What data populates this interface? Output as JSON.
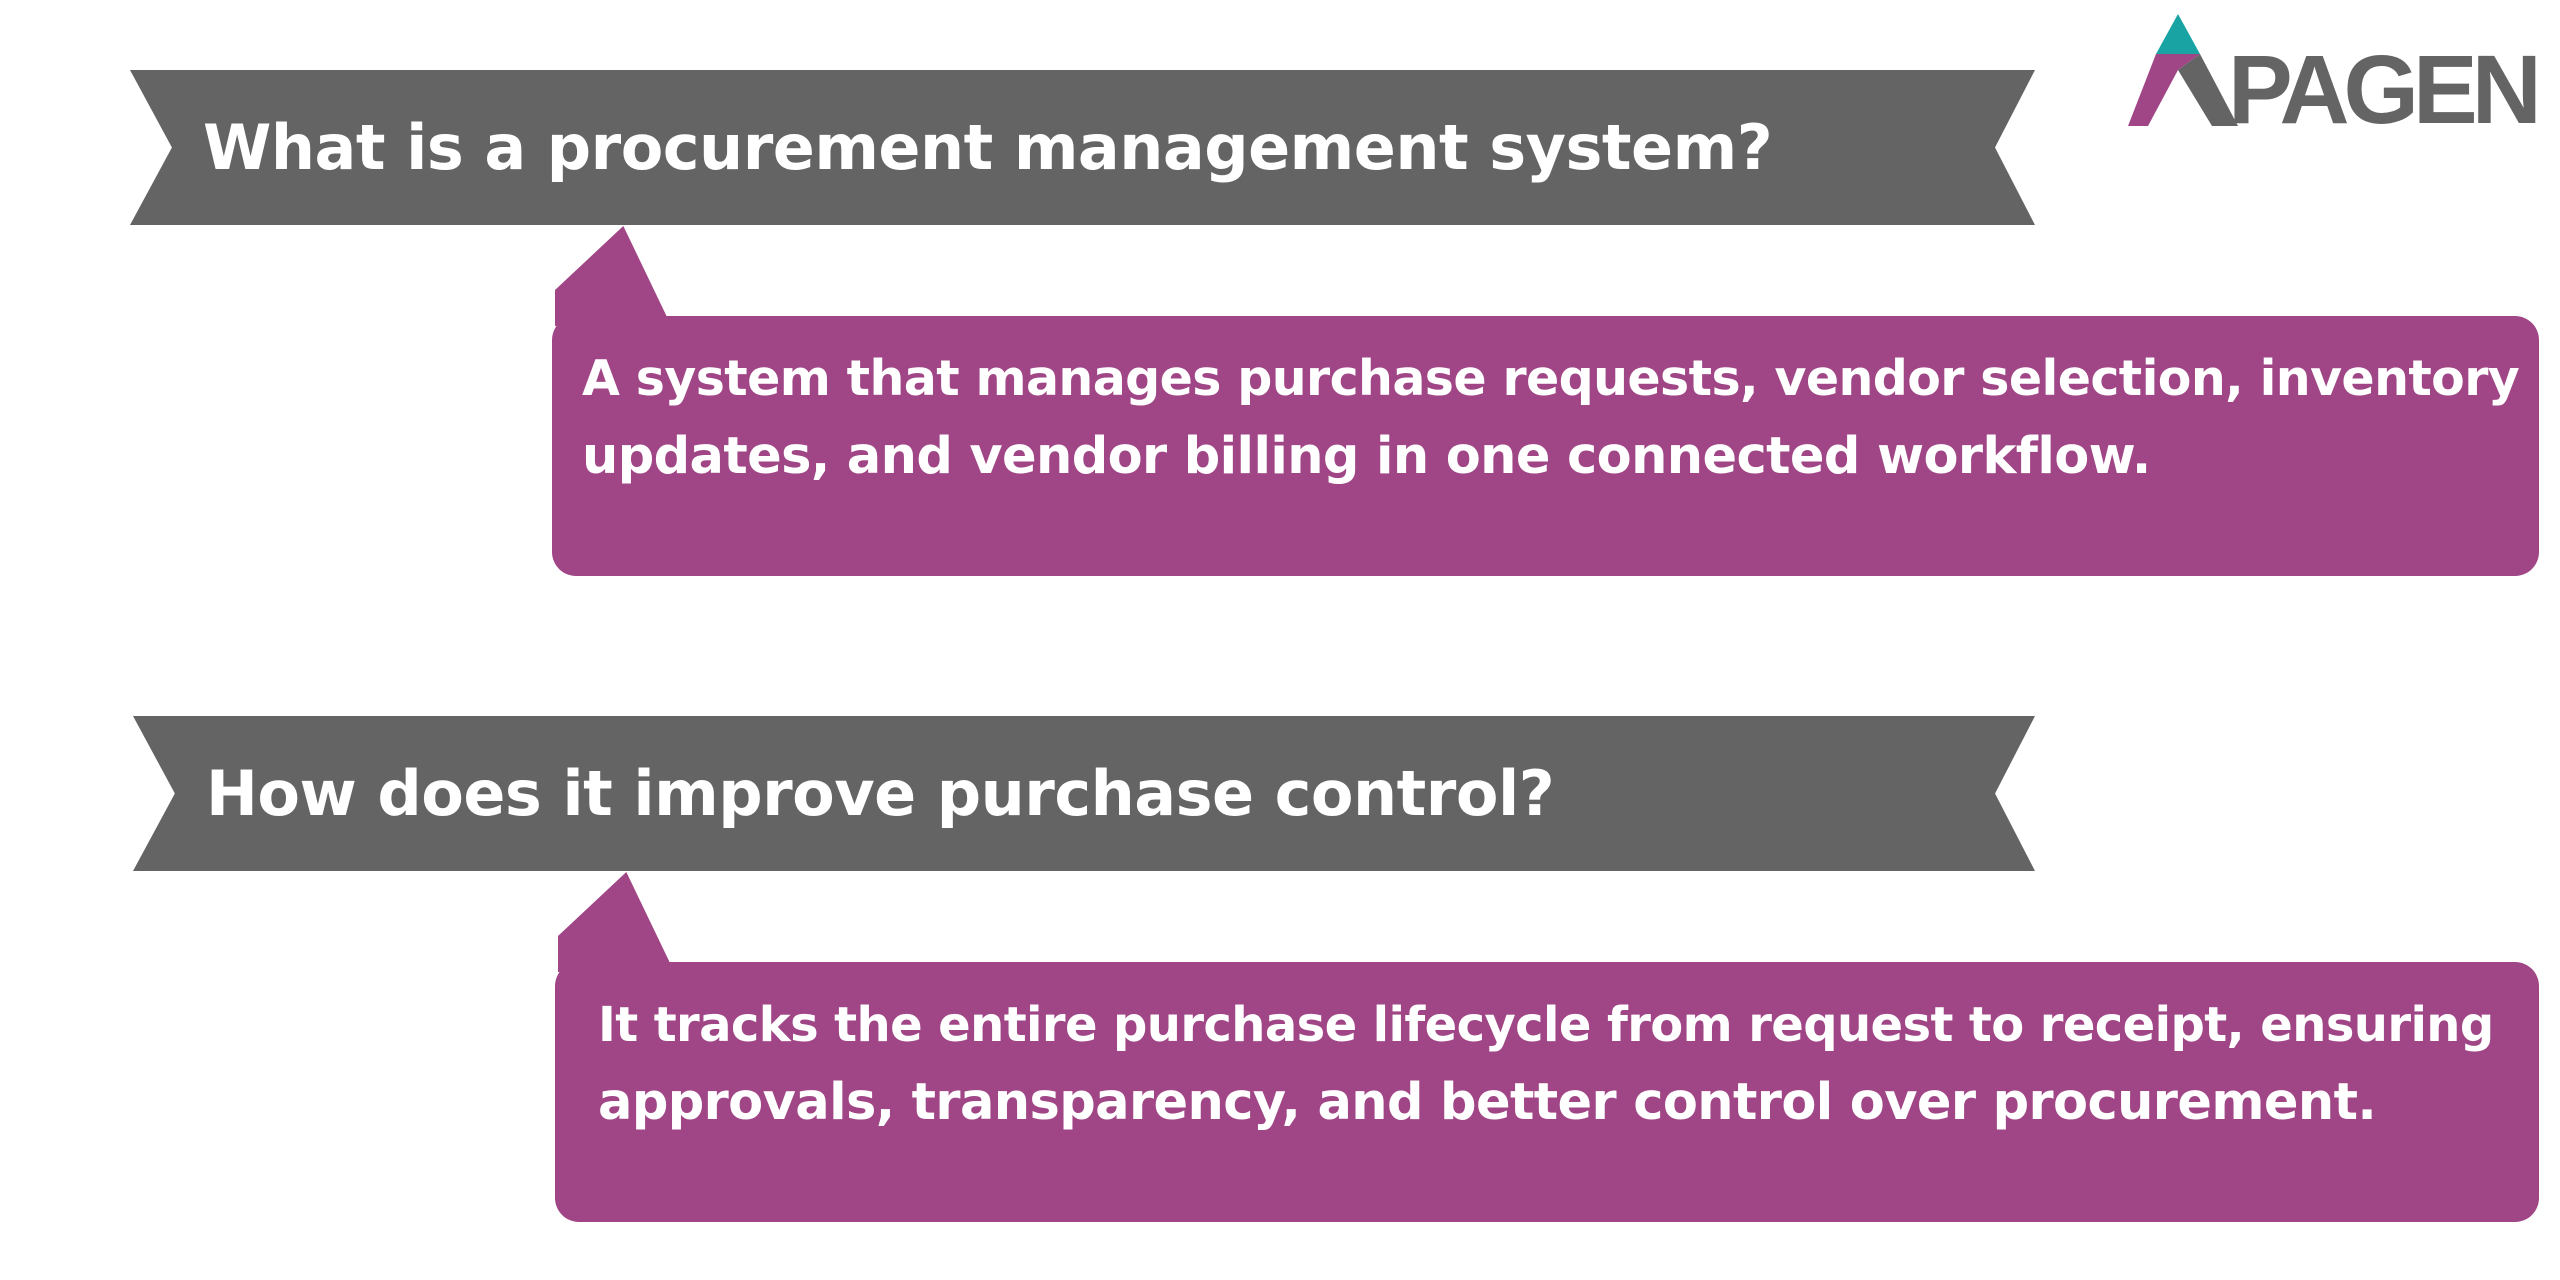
{
  "logo": {
    "text": "PAGEN",
    "colors": {
      "teal": "#1aa3a3",
      "magenta": "#a04686",
      "gray": "#646464"
    }
  },
  "faq": [
    {
      "question": "What is a procurement management system?",
      "answer_lines": [
        "A system that manages purchase requests, vendor selection, inventory",
        "updates, and vendor billing in one connected workflow."
      ]
    },
    {
      "question": "How does it improve purchase control?",
      "answer_lines": [
        "It tracks the entire purchase lifecycle from request to receipt, ensuring",
        "approvals, transparency, and better control over procurement."
      ]
    }
  ],
  "colors": {
    "banner": "#646464",
    "bubble": "#a04686",
    "text": "#ffffff",
    "background": "#ffffff"
  }
}
